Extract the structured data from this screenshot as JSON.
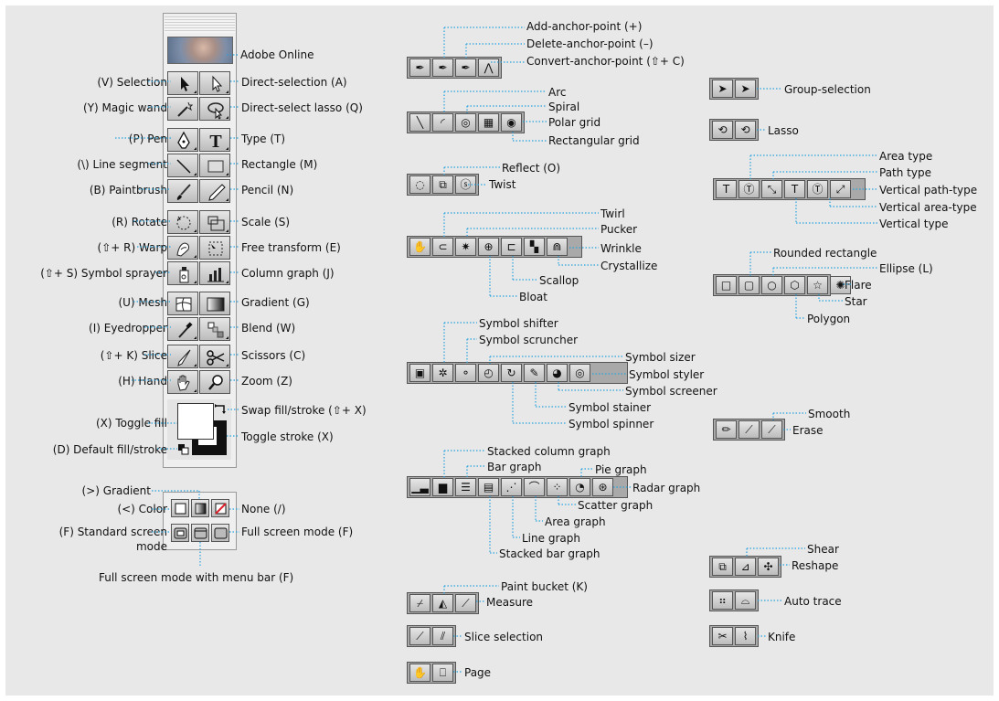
{
  "labels": {
    "adobe_online": "Adobe Online",
    "selection": "(V) Selection",
    "direct_selection": "Direct-selection (A)",
    "magic_wand": "(Y) Magic wand",
    "direct_select_lasso": "Direct-select lasso (Q)",
    "pen": "(P) Pen",
    "type": "Type (T)",
    "line_segment": "(\\) Line segment",
    "rectangle": "Rectangle (M)",
    "paintbrush": "(B) Paintbrush",
    "pencil": "Pencil (N)",
    "rotate": "(R) Rotate",
    "scale": "Scale (S)",
    "warp": "(⇧+ R) Warp",
    "free_transform": "Free transform (E)",
    "symbol_sprayer": "(⇧+ S) Symbol sprayer",
    "column_graph": "Column graph (J)",
    "mesh": "(U) Mesh",
    "gradient": "Gradient (G)",
    "eyedropper": "(I) Eyedropper",
    "blend": "Blend (W)",
    "slice": "(⇧+ K) Slice",
    "scissors": "Scissors (C)",
    "hand": "(H) Hand",
    "zoom": "Zoom (Z)",
    "swap_fill_stroke": "Swap fill/stroke (⇧+ X)",
    "toggle_fill": "(X) Toggle fill",
    "toggle_stroke": "Toggle stroke (X)",
    "default_fill_stroke": "(D) Default fill/stroke",
    "gradient_key": "(>) Gradient",
    "color_key": "(<) Color",
    "none_key": "None (/)",
    "standard_screen": "(F) Standard screen",
    "standard_screen_2": "mode",
    "full_screen": "Full screen mode (F)",
    "full_screen_menu": "Full screen mode with menu bar (F)",
    "add_anchor": "Add-anchor-point (+)",
    "delete_anchor": "Delete-anchor-point (–)",
    "convert_anchor": "Convert-anchor-point (⇧+ C)",
    "arc": "Arc",
    "spiral": "Spiral",
    "polar_grid": "Polar grid",
    "rectangular_grid": "Rectangular grid",
    "reflect": "Reflect (O)",
    "twist": "Twist",
    "twirl": "Twirl",
    "pucker": "Pucker",
    "wrinkle": "Wrinkle",
    "crystallize": "Crystallize",
    "scallop": "Scallop",
    "bloat": "Bloat",
    "symbol_shifter": "Symbol shifter",
    "symbol_scruncher": "Symbol scruncher",
    "symbol_sizer": "Symbol sizer",
    "symbol_styler": "Symbol styler",
    "symbol_screener": "Symbol screener",
    "symbol_stainer": "Symbol stainer",
    "symbol_spinner": "Symbol spinner",
    "stacked_column_graph": "Stacked column graph",
    "bar_graph": "Bar graph",
    "pie_graph": "Pie graph",
    "radar_graph": "Radar graph",
    "scatter_graph": "Scatter graph",
    "area_graph": "Area graph",
    "line_graph": "Line graph",
    "stacked_bar_graph": "Stacked bar graph",
    "paint_bucket": "Paint bucket (K)",
    "measure": "Measure",
    "slice_selection": "Slice selection",
    "page": "Page",
    "group_selection": "Group-selection",
    "lasso": "Lasso",
    "area_type": "Area type",
    "path_type": "Path type",
    "vertical_path_type": "Vertical path-type",
    "vertical_area_type": "Vertical area-type",
    "vertical_type": "Vertical type",
    "rounded_rectangle": "Rounded rectangle",
    "ellipse": "Ellipse (L)",
    "flare": "Flare",
    "star": "Star",
    "polygon": "Polygon",
    "smooth": "Smooth",
    "erase": "Erase",
    "shear": "Shear",
    "reshape": "Reshape",
    "auto_trace": "Auto trace",
    "knife": "Knife"
  },
  "colors": {
    "leader": "#2aa3df",
    "panel": "#e8e8e8",
    "button": "#cfcfcf",
    "none_slash": "#e0202a"
  }
}
